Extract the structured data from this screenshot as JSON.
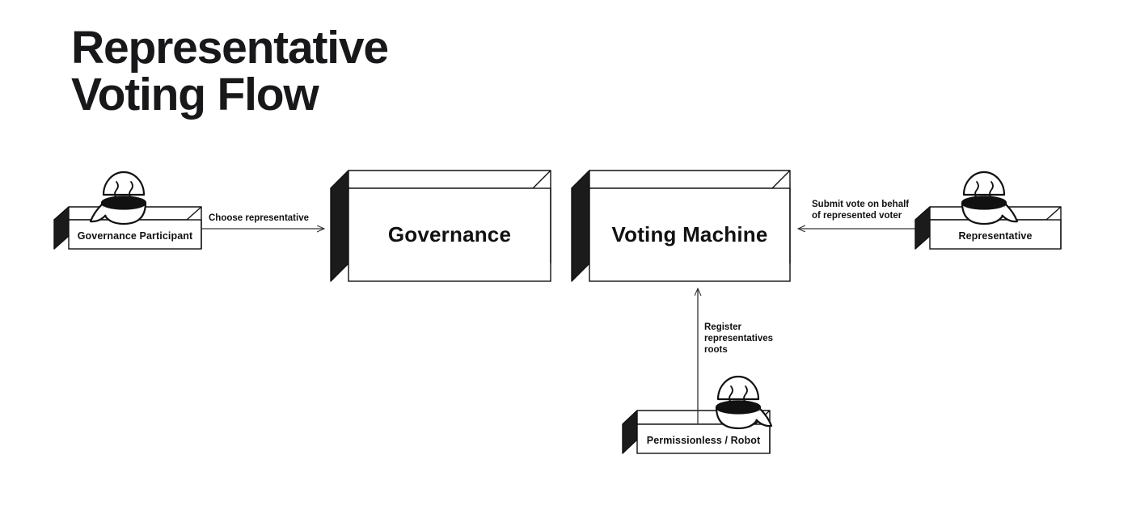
{
  "title": {
    "line1": "Representative",
    "line2": "Voting Flow"
  },
  "colors": {
    "background": "#ffffff",
    "stroke": "#111111",
    "box_face": "#ffffff",
    "box_side": "#1b1b1b",
    "text": "#111111",
    "arrow": "#333333"
  },
  "nodes": [
    {
      "id": "governance-participant",
      "label": "Governance Participant",
      "size": "small",
      "has_actor": true,
      "actor_tail": "left"
    },
    {
      "id": "governance",
      "label": "Governance",
      "size": "big",
      "has_actor": false
    },
    {
      "id": "voting-machine",
      "label": "Voting Machine",
      "size": "big",
      "has_actor": false
    },
    {
      "id": "representative",
      "label": "Representative",
      "size": "small",
      "has_actor": true,
      "actor_tail": "right"
    },
    {
      "id": "permissionless-robot",
      "label": "Permissionless / Robot",
      "size": "small",
      "has_actor": true,
      "actor_tail": "right"
    }
  ],
  "edges": [
    {
      "id": "choose-representative",
      "label": "Choose representative",
      "from": "governance-participant",
      "to": "governance",
      "direction": "right"
    },
    {
      "id": "submit-vote",
      "label": "Submit vote on behalf\nof represented voter",
      "from": "representative",
      "to": "voting-machine",
      "direction": "left"
    },
    {
      "id": "register-representatives-roots",
      "label": "Register\nrepresentatives\nroots",
      "from": "permissionless-robot",
      "to": "voting-machine",
      "direction": "up"
    }
  ]
}
